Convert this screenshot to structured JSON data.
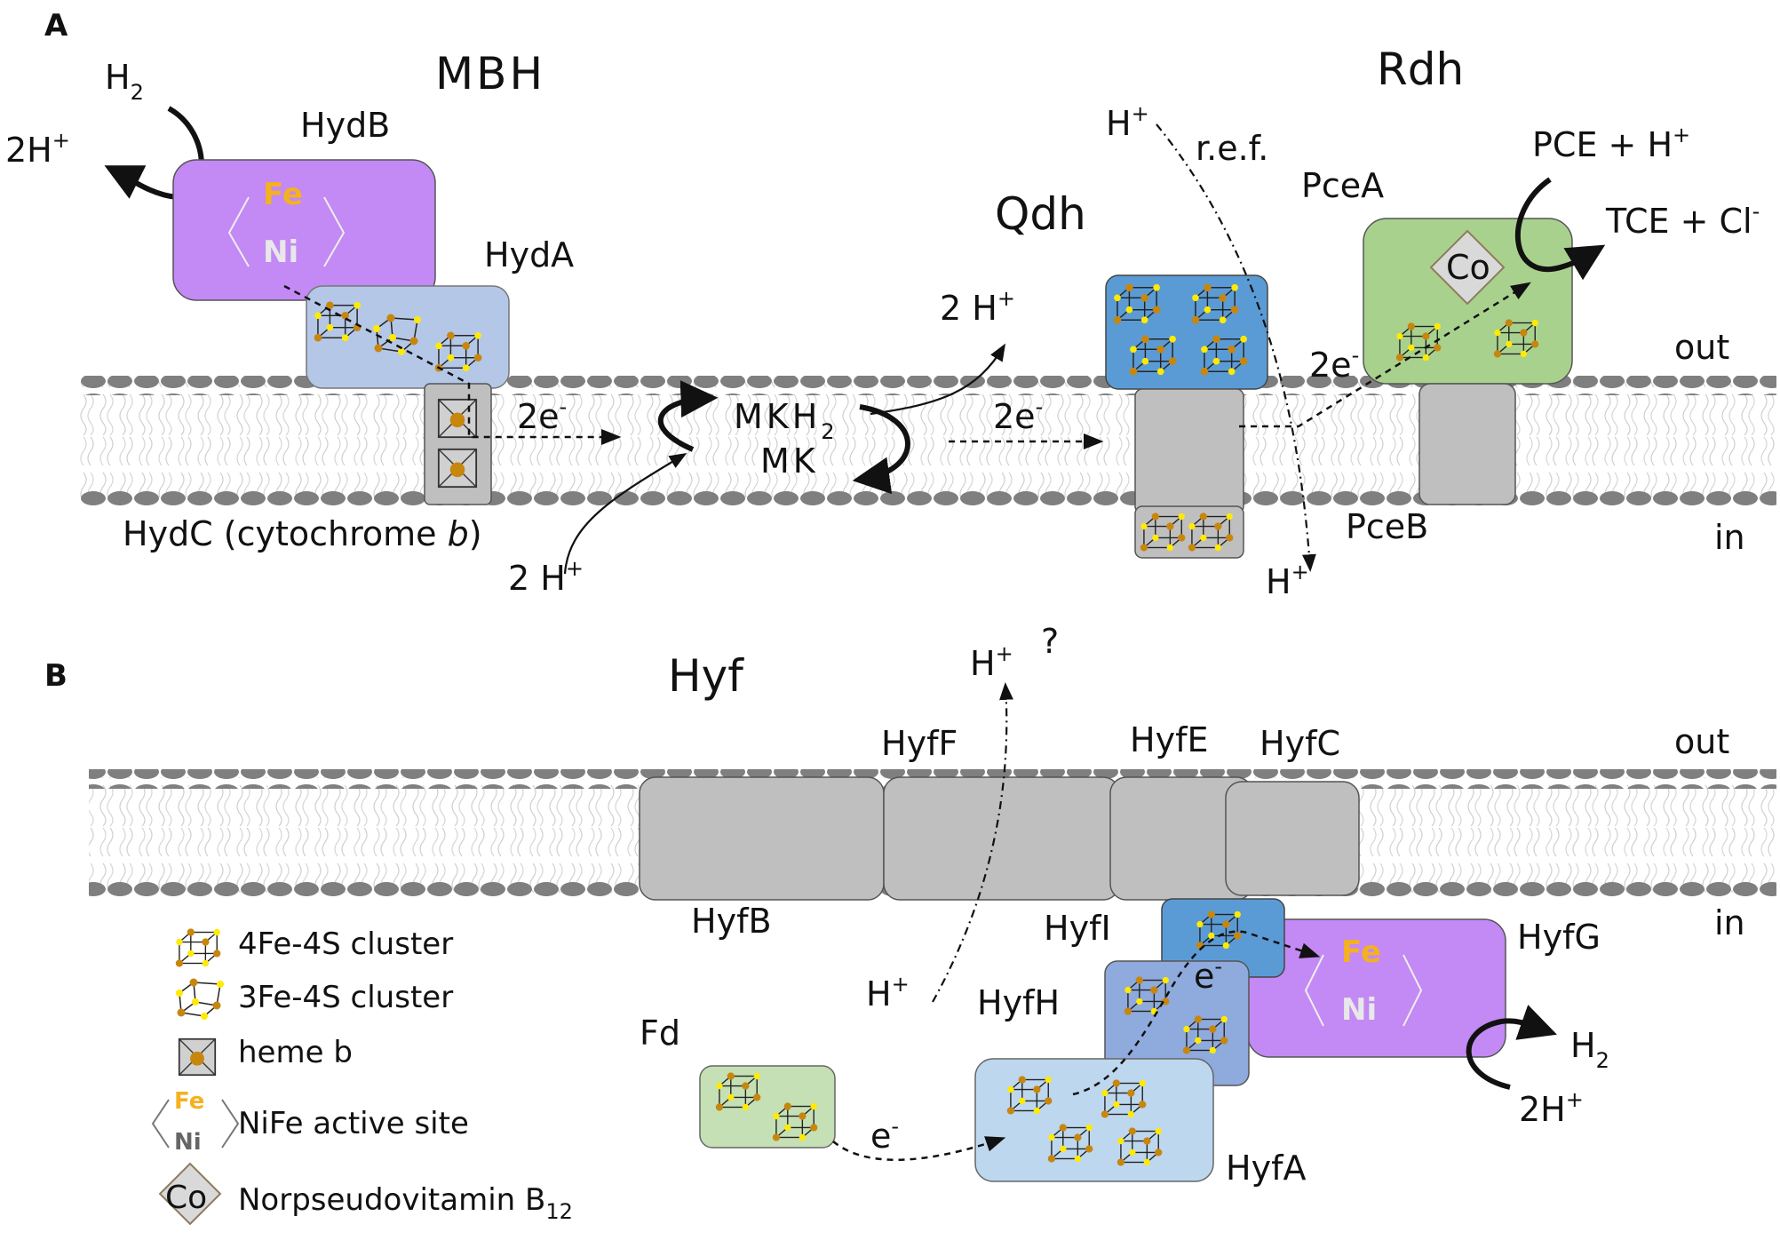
{
  "panel_a": {
    "letter": "A",
    "complexes": {
      "mbh": "MBH",
      "rdh": "Rdh",
      "qdh": "Qdh"
    },
    "subunits": {
      "hydb": "HydB",
      "hyda": "HydA",
      "hydc_prefix": "HydC (cytochrome ",
      "hydc_italic": "b",
      "hydc_suffix": ")",
      "pcea": "PceA",
      "pceb": "PceB"
    },
    "species": {
      "h2_base": "H",
      "h2_sub": "2",
      "two_h_plus_base": "2H",
      "two_h_plus_sup": "+",
      "two_h_left_base": "2 H",
      "two_h_left_sup": "+",
      "two_h_mid_base": "2 H",
      "two_h_mid_sup": "+",
      "h_plus_top_base": "H",
      "h_plus_top_sup": "+",
      "h_plus_bottom_base": "H",
      "h_plus_bottom_sup": "+",
      "ref": "r.e.f.",
      "pce": "PCE + H",
      "pce_sup": "+",
      "tce": "TCE + Cl",
      "tce_sup": "-",
      "mkh2_base": "MKH",
      "mkh2_sub": "2",
      "mk": "MK"
    },
    "electrons": {
      "two_e_1": "2e",
      "two_e_2": "2e",
      "two_e_3": "2e",
      "sup": "-"
    },
    "sides": {
      "out": "out",
      "in": "in"
    },
    "active_site": {
      "fe": "Fe",
      "ni": "Ni"
    },
    "cofactor": "Co"
  },
  "panel_b": {
    "letter": "B",
    "complex": "Hyf",
    "question": "?",
    "subunits": {
      "hyff": "HyfF",
      "hyfe": "HyfE",
      "hyfc": "HyfC",
      "hyfb": "HyfB",
      "hyfi": "HyfI",
      "hyfg": "HyfG",
      "hyfh": "HyfH",
      "hyfa": "HyfA",
      "fd": "Fd"
    },
    "species": {
      "h_plus_top_base": "H",
      "h_plus_top_sup": "+",
      "h_plus_low_base": "H",
      "h_plus_low_sup": "+",
      "h2_base": "H",
      "h2_sub": "2",
      "two_h_plus_base": "2H",
      "two_h_plus_sup": "+"
    },
    "electrons": {
      "e_1": "e",
      "e_2": "e",
      "sup": "-"
    },
    "sides": {
      "out": "out",
      "in": "in"
    },
    "active_site": {
      "fe": "Fe",
      "ni": "Ni"
    }
  },
  "legend": {
    "items": [
      {
        "label": "4Fe-4S cluster"
      },
      {
        "label": "3Fe-4S cluster"
      },
      {
        "label": "heme b"
      },
      {
        "label": "NiFe active site",
        "fe": "Fe",
        "ni": "Ni"
      },
      {
        "label": "Norpseudovitamin B",
        "sub": "12",
        "co": "Co"
      }
    ]
  },
  "colors": {
    "hydrogenase_purple": "#c389f4",
    "small_subunit_blue": "#b4c7e7",
    "qdh_blue": "#5b9bd5",
    "rdh_green": "#a9d18e",
    "membrane_gray": "#bfbfbf",
    "fe_orange": "#f4b120",
    "ni_gray": "#d9d9d9"
  }
}
